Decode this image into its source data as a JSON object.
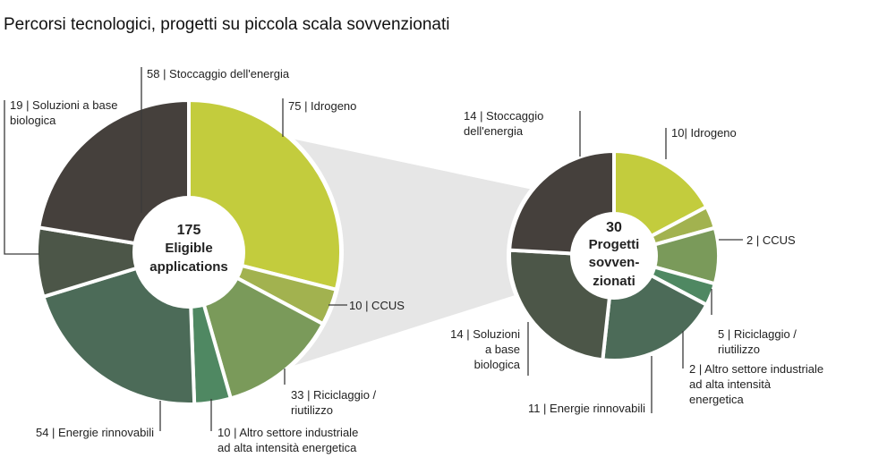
{
  "title": "Percorsi tecnologici, progetti su piccola scala sovvenzionati",
  "colors": {
    "idrogeno": "#c3cc3d",
    "ccus": "#a2b24f",
    "riciclaggio": "#7a9a5a",
    "altro": "#4f8862",
    "rinnovabili": "#4c6b58",
    "biologica": "#4c5648",
    "stoccaggio": "#45403c",
    "connector": "#e6e6e6",
    "leader": "#3a3a3a"
  },
  "chart_data": [
    {
      "type": "pie",
      "center_lines": [
        "175",
        "Eligible",
        "applications"
      ],
      "slices": [
        {
          "key": "idrogeno",
          "value": 75,
          "label_lines": [
            "75 | Idrogeno"
          ]
        },
        {
          "key": "ccus",
          "value": 10,
          "label_lines": [
            "10 | CCUS"
          ]
        },
        {
          "key": "riciclaggio",
          "value": 33,
          "label_lines": [
            "33 | Riciclaggio /",
            "riutilizzo"
          ]
        },
        {
          "key": "altro",
          "value": 10,
          "label_lines": [
            "10 | Altro settore industriale",
            "ad alta intensità energetica"
          ]
        },
        {
          "key": "rinnovabili",
          "value": 54,
          "label_lines": [
            "54 | Energie rinnovabili"
          ]
        },
        {
          "key": "biologica",
          "value": 19,
          "label_lines": [
            "19 | Soluzioni a base",
            "biologica"
          ]
        },
        {
          "key": "stoccaggio",
          "value": 58,
          "label_lines": [
            "58 | Stoccaggio dell'energia"
          ]
        }
      ]
    },
    {
      "type": "pie",
      "center_lines": [
        "30",
        "Progetti",
        "sovven-",
        "zionati"
      ],
      "slices": [
        {
          "key": "idrogeno",
          "value": 10,
          "label_lines": [
            "10| Idrogeno"
          ]
        },
        {
          "key": "ccus",
          "value": 2,
          "label_lines": [
            "2 | CCUS"
          ]
        },
        {
          "key": "riciclaggio",
          "value": 5,
          "label_lines": [
            "5 | Riciclaggio /",
            "riutilizzo"
          ]
        },
        {
          "key": "altro",
          "value": 2,
          "label_lines": [
            "2 | Altro settore industriale",
            "ad alta intensità",
            "energetica"
          ]
        },
        {
          "key": "rinnovabili",
          "value": 11,
          "label_lines": [
            "11 | Energie rinnovabili"
          ]
        },
        {
          "key": "biologica",
          "value": 14,
          "label_lines": [
            "14 | Soluzioni",
            "a base",
            "biologica"
          ]
        },
        {
          "key": "stoccaggio",
          "value": 14,
          "label_lines": [
            "14 | Stoccaggio",
            "dell'energia"
          ]
        }
      ]
    }
  ]
}
